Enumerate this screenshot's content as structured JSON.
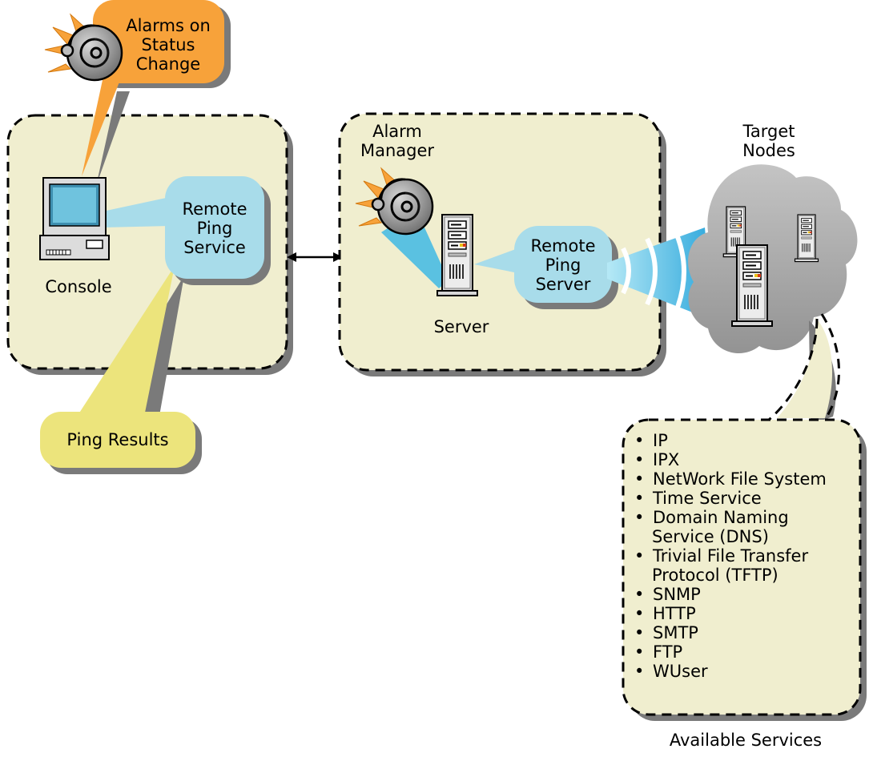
{
  "alarm_bubble": [
    "Alarms on",
    "Status",
    "Change"
  ],
  "console": {
    "label": "Console",
    "service_bubble": [
      "Remote",
      "Ping",
      "Service"
    ]
  },
  "ping_results": "Ping Results",
  "alarm_manager": [
    "Alarm",
    "Manager"
  ],
  "server": {
    "label": "Server",
    "service_bubble": [
      "Remote",
      "Ping",
      "Server"
    ]
  },
  "target_nodes": [
    "Target",
    "Nodes"
  ],
  "services": {
    "items": [
      [
        "IP"
      ],
      [
        "IPX"
      ],
      [
        "NetWork File System"
      ],
      [
        "Time Service"
      ],
      [
        "Domain Naming",
        "Service (DNS)"
      ],
      [
        "Trivial File Transfer",
        "Protocol (TFTP)"
      ],
      [
        "SNMP"
      ],
      [
        "HTTP"
      ],
      [
        "SMTP"
      ],
      [
        "FTP"
      ],
      [
        "WUser"
      ]
    ],
    "caption": "Available Services"
  },
  "colors": {
    "panel_fill": "#f0eecf",
    "speech_blue": "#a8dcea",
    "speech_orange": "#f7a23a",
    "speech_yellow": "#ece47c",
    "beam_blue": "#3fb8e4",
    "cloud_gray": "#a9a9a9",
    "shadow": "#7a7a7a"
  }
}
